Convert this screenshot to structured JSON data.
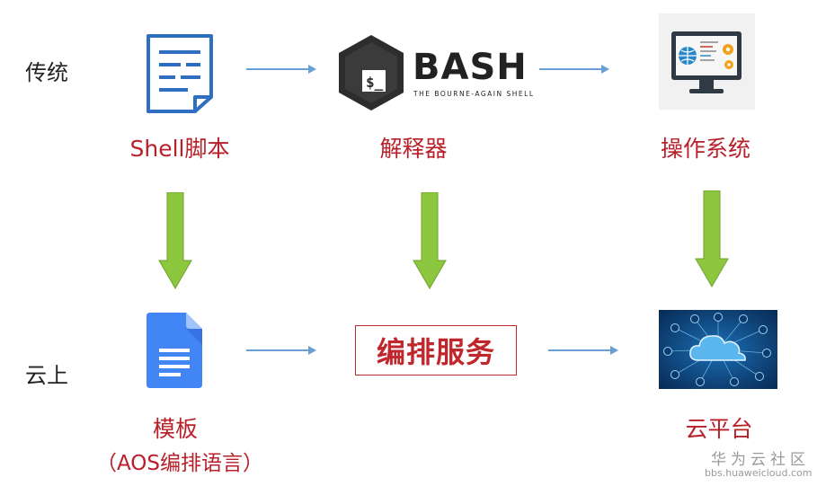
{
  "rows": {
    "traditional": "传统",
    "cloud": "云上"
  },
  "nodes": {
    "shell_script": "Shell脚本",
    "interpreter": "解释器",
    "os": "操作系统",
    "template": "模板",
    "template_sub": "（AOS编排语言）",
    "orchestration": "编排服务",
    "cloud_platform": "云平台"
  },
  "bash_logo": {
    "word": "BASH",
    "subtitle": "THE BOURNE-AGAIN SHELL",
    "prompt": "$_"
  },
  "watermark": {
    "name": "华为云社区",
    "url": "bbs.huaweicloud.com"
  },
  "icons": [
    "document-icon",
    "bash-logo-icon",
    "monitor-gears-icon",
    "google-doc-icon",
    "cloud-network-icon"
  ],
  "colors": {
    "caption_red": "#b8202a",
    "flow_arrow_blue": "#6a9fd6",
    "down_arrow_green": "#8dc63f",
    "doc_blue": "#2e6fc0",
    "gdoc_blue": "#4285f4"
  }
}
